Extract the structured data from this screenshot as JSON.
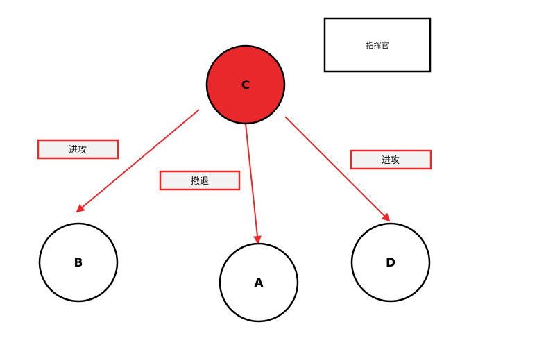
{
  "legend": {
    "label": "指挥官"
  },
  "nodes": {
    "c": {
      "label": "C",
      "fill": "#e8282b"
    },
    "b": {
      "label": "B"
    },
    "a": {
      "label": "A"
    },
    "d": {
      "label": "D"
    }
  },
  "edges": {
    "c_to_b": {
      "label": "进攻"
    },
    "c_to_a": {
      "label": "撤退"
    },
    "c_to_d": {
      "label": "进攻"
    }
  },
  "colors": {
    "accent_red": "#e8282b",
    "label_box_fill": "#f2f2f2",
    "stroke_black": "#000000"
  }
}
